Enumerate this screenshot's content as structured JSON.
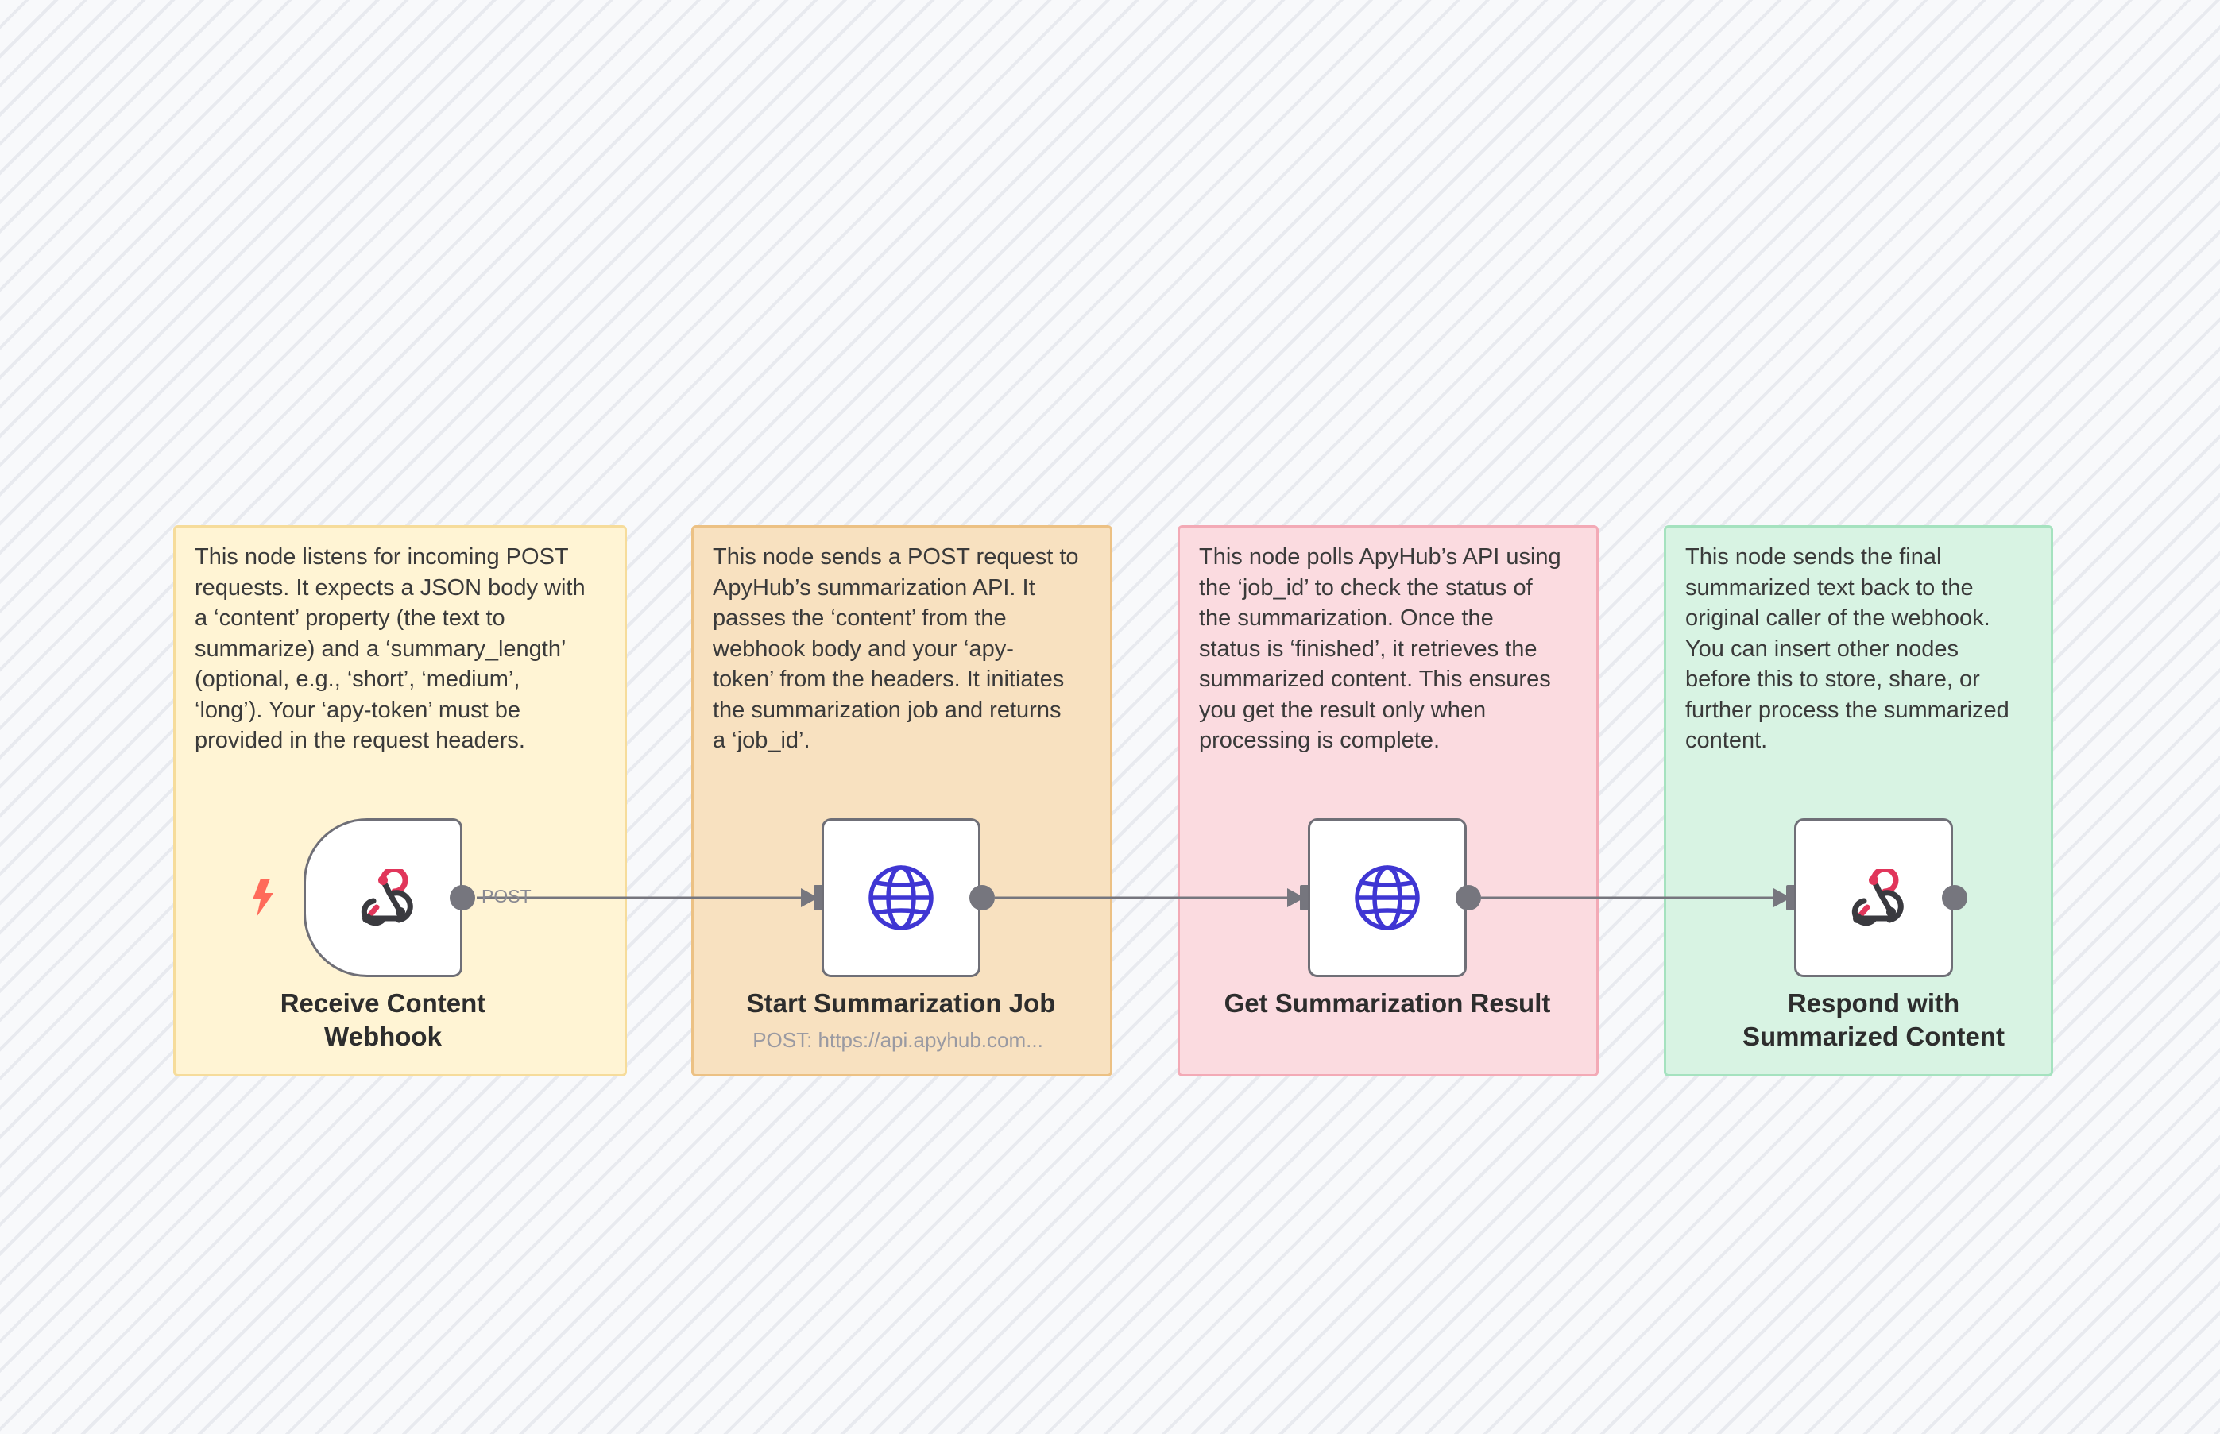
{
  "sticky_notes": [
    {
      "text": "This node listens for incoming POST\nrequests. It expects a JSON body with\na ‘content’ property (the text to\nsummarize) and a ‘summary_length’\n(optional, e.g., ‘short’, ‘medium’,\n‘long’). Your ‘apy-token’ must be\nprovided in the request headers.",
      "fill": "#fff4d4",
      "border": "#f6dc9b"
    },
    {
      "text": "This node sends a POST request to\nApyHub’s summarization API. It\npasses the ‘content’ from the\nwebhook body and your ‘apy-\ntoken’ from the headers. It initiates\nthe summarization job and returns\na ‘job_id’.",
      "fill": "#f8e1c0",
      "border": "#ecc184"
    },
    {
      "text": "This node polls ApyHub’s API using\nthe ‘job_id’ to check the status of\nthe summarization. Once the\nstatus is ‘finished’, it retrieves the\nsummarized content. This ensures\nyou get the result only when\nprocessing is complete.",
      "fill": "#fbdbe0",
      "border": "#f3aab6"
    },
    {
      "text": "This node sends the final\nsummarized text back to the\noriginal caller of the webhook.\nYou can insert other nodes\nbefore this to store, share, or\nfurther process the summarized\ncontent.",
      "fill": "#d8f3e3",
      "border": "#a5e2bf"
    }
  ],
  "nodes": [
    {
      "name": "Receive Content\nWebhook",
      "icon": "webhook-icon",
      "subtitle": ""
    },
    {
      "name": "Start Summarization Job",
      "icon": "globe-icon",
      "subtitle": "POST: https://api.apyhub.com..."
    },
    {
      "name": "Get Summarization Result",
      "icon": "globe-icon",
      "subtitle": ""
    },
    {
      "name": "Respond with\nSummarized Content",
      "icon": "webhook-icon",
      "subtitle": ""
    }
  ],
  "connections": [
    {
      "from": "Receive Content Webhook",
      "to": "Start Summarization Job",
      "label": "POST"
    },
    {
      "from": "Start Summarization Job",
      "to": "Get Summarization Result",
      "label": ""
    },
    {
      "from": "Get Summarization Result",
      "to": "Respond with Summarized Content",
      "label": ""
    }
  ],
  "colors": {
    "globe": "#3f36d3",
    "webhook_red": "#e1365b",
    "webhook_dark": "#3a3a3f",
    "trigger_bolt": "#ff6b5a",
    "edge": "#76767e"
  }
}
